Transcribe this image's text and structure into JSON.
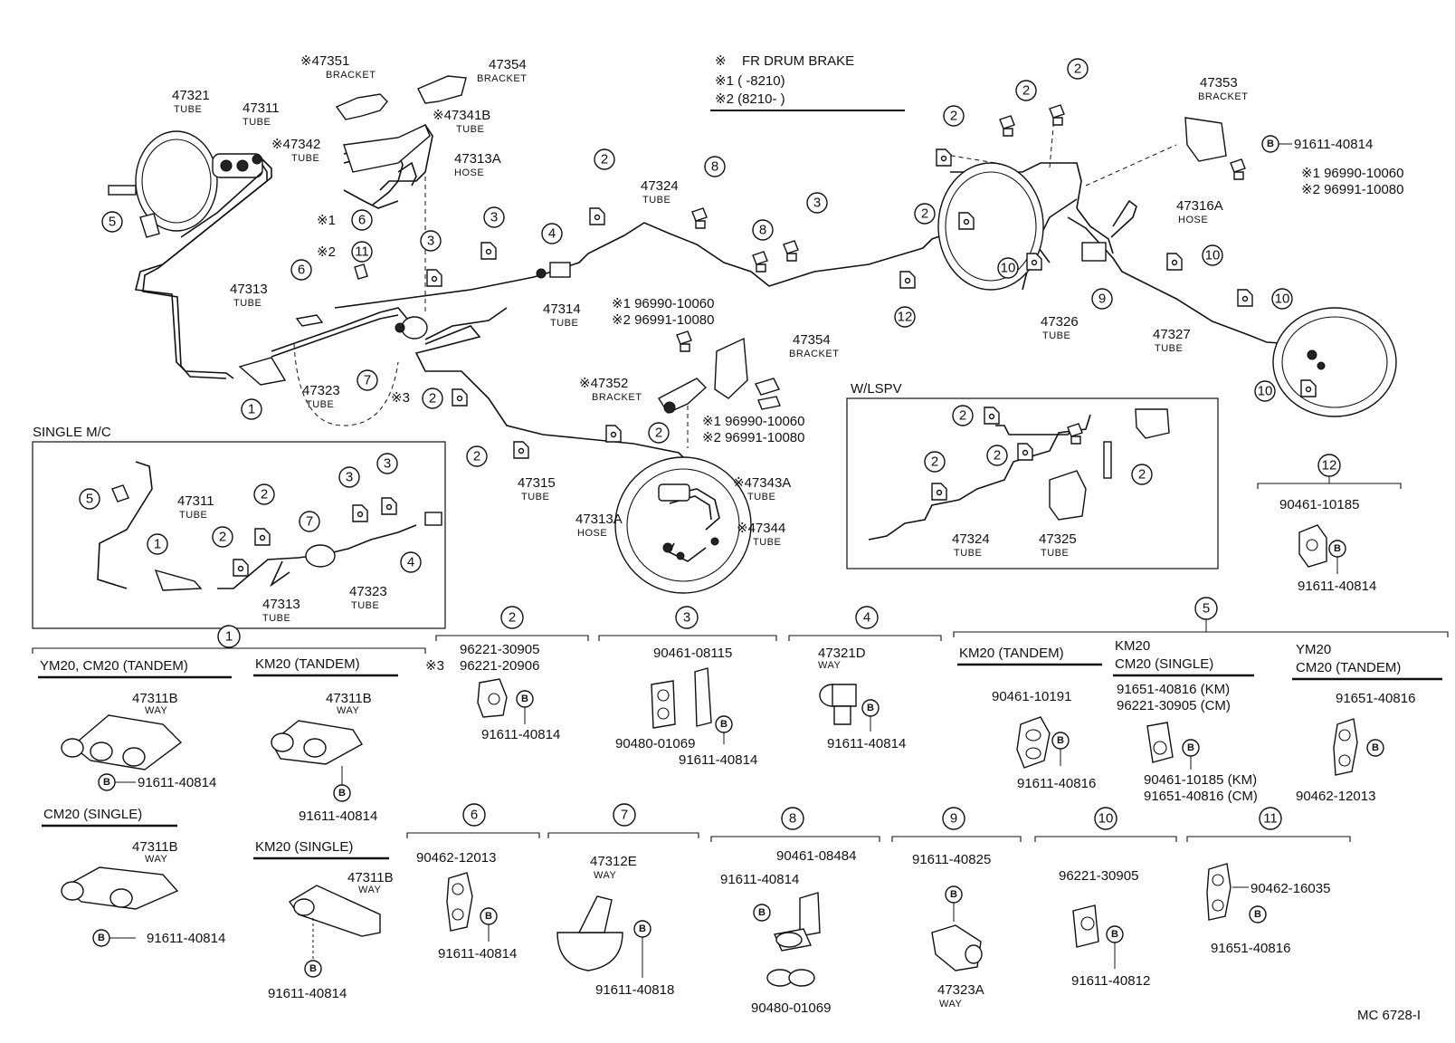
{
  "header_note": {
    "mark": "※",
    "title": "FR DRUM BRAKE",
    "line1": "※1 (      -8210)",
    "line2": "※2 (8210-      )"
  },
  "labels": {
    "p47351": "※47351",
    "p47351_sub": "BRACKET",
    "p47354a": "47354",
    "p47354a_sub": "BRACKET",
    "p47321": "47321",
    "p47321_sub": "TUBE",
    "p47311": "47311",
    "p47311_sub": "TUBE",
    "p47341b": "※47341B",
    "p47341b_sub": "TUBE",
    "p47342": "※47342",
    "p47342_sub": "TUBE",
    "p47313a_top": "47313A",
    "p47313a_top_sub": "HOSE",
    "p47324": "47324",
    "p47324_sub": "TUBE",
    "p47353": "47353",
    "p47353_sub": "BRACKET",
    "pn_b_top": "91611-40814",
    "pn_s1_top": "※1 96990-10060",
    "pn_s2_top": "※2 96991-10080",
    "p47316a": "47316A",
    "p47316a_sub": "HOSE",
    "p47313": "47313",
    "p47313_sub": "TUBE",
    "p47314": "47314",
    "p47314_sub": "TUBE",
    "pn_s1_mid": "※1 96990-10060",
    "pn_s2_mid": "※2 96991-10080",
    "p47354b": "47354",
    "p47354b_sub": "BRACKET",
    "p47323": "47323",
    "p47323_sub": "TUBE",
    "mark3": "※3",
    "p47352": "※47352",
    "p47352_sub": "BRACKET",
    "pn_s1_low": "※1 96990-10060",
    "pn_s2_low": "※2 96991-10080",
    "p47326": "47326",
    "p47326_sub": "TUBE",
    "p47327": "47327",
    "p47327_sub": "TUBE",
    "p47315": "47315",
    "p47315_sub": "TUBE",
    "p47343a": "※47343A",
    "p47343a_sub": "TUBE",
    "p47313a_low": "47313A",
    "p47313a_low_sub": "HOSE",
    "p47344": "※47344",
    "p47344_sub": "TUBE",
    "single_mc_title": "SINGLE M/C",
    "smc_47311": "47311",
    "smc_47311_sub": "TUBE",
    "smc_47313": "47313",
    "smc_47313_sub": "TUBE",
    "smc_47323": "47323",
    "smc_47323_sub": "TUBE",
    "wlspv_title": "W/LSPV",
    "wl_47324": "47324",
    "wl_47324_sub": "TUBE",
    "wl_47325": "47325",
    "wl_47325_sub": "TUBE",
    "g12_pn1": "90461-10185",
    "g12_pn2": "91611-40814",
    "g1_hdr1": "YM20, CM20 (TANDEM)",
    "g1_hdr2": "KM20 (TANDEM)",
    "g1_hdr3": "CM20 (SINGLE)",
    "g1_hdr4": "KM20 (SINGLE)",
    "g1_way": "47311B",
    "g1_way_sub": "WAY",
    "g1_b1": "91611-40814",
    "g1_b2": "91611-40814",
    "g1_b3": "91611-40814",
    "g1_b4": "91611-40814",
    "g2_pn1": "96221-30905",
    "g2_pn2": "96221-20906",
    "g2_mark": "※3",
    "g2_b": "91611-40814",
    "g3_pn1": "90461-08115",
    "g3_pn2": "90480-01069",
    "g3_b": "91611-40814",
    "g4_pn": "47321D",
    "g4_sub": "WAY",
    "g4_b": "91611-40814",
    "g5_hdr1": "KM20 (TANDEM)",
    "g5_hdr2a": "KM20",
    "g5_hdr2b": "CM20 (SINGLE)",
    "g5_hdr3a": "YM20",
    "g5_hdr3b": "CM20 (TANDEM)",
    "g5_a_pn": "90461-10191",
    "g5_a_b": "91611-40816",
    "g5_b_pn1": "91651-40816 (KM)",
    "g5_b_pn2": "96221-30905 (CM)",
    "g5_b_pn3": "90461-10185 (KM)",
    "g5_b_pn4": "91651-40816 (CM)",
    "g5_c_pn1": "91651-40816",
    "g5_c_pn2": "90462-12013",
    "g6_pn1": "90462-12013",
    "g6_b": "91611-40814",
    "g7_pn": "47312E",
    "g7_sub": "WAY",
    "g7_b": "91611-40818",
    "g8_pn1": "90461-08484",
    "g8_pn2": "91611-40814",
    "g8_pn3": "90480-01069",
    "g9_pn1": "91611-40825",
    "g9_pn2": "47323A",
    "g9_sub": "WAY",
    "g10_pn1": "96221-30905",
    "g10_b": "91611-40812",
    "g11_pn1": "90462-16035",
    "g11_b": "91651-40816",
    "doc_code": "MC 6728-I"
  }
}
